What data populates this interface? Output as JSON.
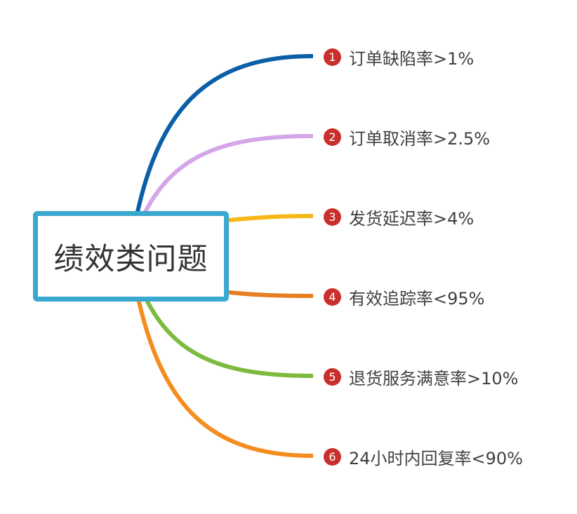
{
  "central_topic": {
    "text": "绩效类问题",
    "border_color": "#3aa8cf"
  },
  "branches": [
    {
      "index": "1",
      "text": "订单缺陷率>1%",
      "line_color": "#0a5fa8",
      "badge_color": "#c8302e"
    },
    {
      "index": "2",
      "text": "订单取消率>2.5%",
      "line_color": "#d4a6e8",
      "badge_color": "#c8302e"
    },
    {
      "index": "3",
      "text": "发货延迟率>4%",
      "line_color": "#f7b817",
      "badge_color": "#c8302e"
    },
    {
      "index": "4",
      "text": "有效追踪率<95%",
      "line_color": "#e67e22",
      "badge_color": "#c8302e"
    },
    {
      "index": "5",
      "text": "退货服务满意率>10%",
      "line_color": "#7dba3e",
      "badge_color": "#c8302e"
    },
    {
      "index": "6",
      "text": "24小时内回复率<90%",
      "line_color": "#f48d1f",
      "badge_color": "#c8302e"
    }
  ]
}
